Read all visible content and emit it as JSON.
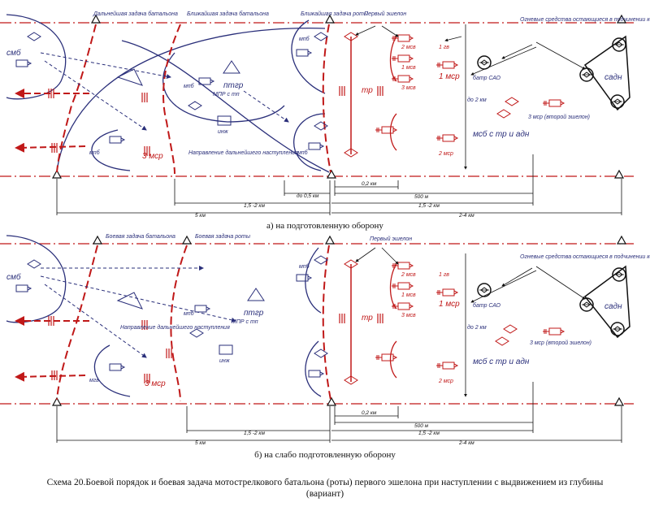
{
  "caption": "Схема 20.Боевой порядок и боевая задача мотострелкового батальона (роты) первого эшелона при наступлении с выдвижением из глубины (вариант)",
  "panel_a": {
    "caption": "а) на подготовленную оборону",
    "top_labels": {
      "batt_far": "Дальнейшая задача батальона",
      "batt_near": "Ближайшая задача батальона",
      "company_near": "Ближайшая задача роты",
      "first_echelon": "Первый эшелон",
      "fire_support": "Огневые средства остающиеся в подчинении командира роты, батальона"
    },
    "units": {
      "smb": "смб",
      "mpb1": "мпб",
      "mpb2": "мпб",
      "mpb3": "мпб",
      "mpb4": "мпб",
      "ptgr": "птгр",
      "mpr": "МПР с тп",
      "inzh": "инж",
      "tr": "тр",
      "msv1": "2 мсв",
      "msv2": "1 мсв",
      "msv3": "3 мсв",
      "msr1": "1 мср",
      "msr2": "2 мср",
      "msr3": "3 мср",
      "gv": "1 гв",
      "sao": "батр САО",
      "sadn": "садн",
      "msr_second": "3 мср (второй эшелон)",
      "msb": "мсб с тр и адн",
      "do2": "до 2 км"
    },
    "direction": "Направление дальнейшего наступления",
    "dims": {
      "d05": "до 0,5 км",
      "d02": "0,2 км",
      "d500": "500 м",
      "d152a": "1,5 -2 км",
      "d152b": "1,5 -2 км",
      "d5": "5 км",
      "d24": "2-4 км"
    }
  },
  "panel_b": {
    "caption": "б) на слабо подготовленную оборону",
    "top_labels": {
      "batt_combat": "Боевая задача батальона",
      "company_combat": "Боевая задача роты",
      "first_echelon": "Первый эшелон",
      "fire_support": "Огневые средства остающиеся в подчинении командира роты, батальона"
    },
    "units": {
      "smb": "смб",
      "mpb1": "мпб",
      "mpb2": "мпб",
      "ptgr": "птгр",
      "mpr": "МПР с тп",
      "inzh": "инж",
      "tr": "тр",
      "msv1": "2 мсв",
      "msv2": "1 мсв",
      "msv3": "3 мсв",
      "msr1": "1 мср",
      "msr2": "2 мср",
      "msr3": "3 мср",
      "gv": "1 гв",
      "sao": "батр САО",
      "sadn": "садн",
      "msr_second": "3 мср (второй эшелон)",
      "msb": "мсб с тр и адн",
      "do2": "до 2 км",
      "mgv": "мгв"
    },
    "direction": "Направление дальнейшего наступления",
    "dims": {
      "d02": "0,2 км",
      "d500": "500 м",
      "d152a": "1,5 -2 км",
      "d152b": "1,5 -2 км",
      "d5": "5 км",
      "d24": "2-4 км"
    }
  },
  "colors": {
    "red": "#c01818",
    "blue": "#2a2f7a",
    "black": "#111111"
  }
}
